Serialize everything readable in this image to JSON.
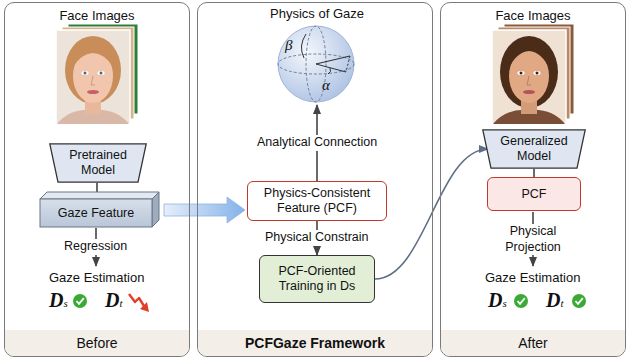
{
  "diagram": {
    "nodes": [
      {
        "text": [
          "Before"
        ]
      },
      {
        "text": [
          "Face Images"
        ],
        "in": 0
      },
      {
        "text": [
          "Pretrained Model"
        ],
        "in": 0
      },
      {
        "text": [
          "Gaze Feature"
        ],
        "in": 0
      },
      {
        "text": [
          "PCFGaze Framework"
        ]
      },
      {
        "text": [
          "Physics of Gaze"
        ],
        "in": 4
      },
      {
        "text": [
          "Physics-Consistent Feature (PCF)"
        ],
        "in": 4
      },
      {
        "text": [
          "PCF-Oriented Training in Ds"
        ],
        "in": 4
      },
      {
        "text": [
          "After"
        ]
      },
      {
        "text": [
          "Face Images"
        ],
        "in": 8
      },
      {
        "text": [
          "Generalized Model"
        ],
        "in": 8
      },
      {
        "text": [
          "PCF"
        ],
        "in": 8
      }
    ],
    "edges": [
      {
        "from": 2,
        "to": 3,
        "arrow": "none"
      },
      {
        "from": 3,
        "to": 6,
        "arrow": "to"
      },
      {
        "from": 6,
        "to": 5,
        "label": "Analytical Connection",
        "arrow": "to"
      },
      {
        "from": 6,
        "to": 7,
        "label": "Physical Constrain",
        "arrow": "to"
      },
      {
        "from": 7,
        "to": 10,
        "arrow": "to"
      },
      {
        "from": 10,
        "to": 11,
        "arrow": "none"
      }
    ],
    "labels": [
      "α",
      "β",
      "Regression",
      "Gaze Estimation",
      "Ds",
      "Dt",
      "Physical Projection",
      "Gaze Estimation",
      "Ds",
      "Dt"
    ]
  }
}
